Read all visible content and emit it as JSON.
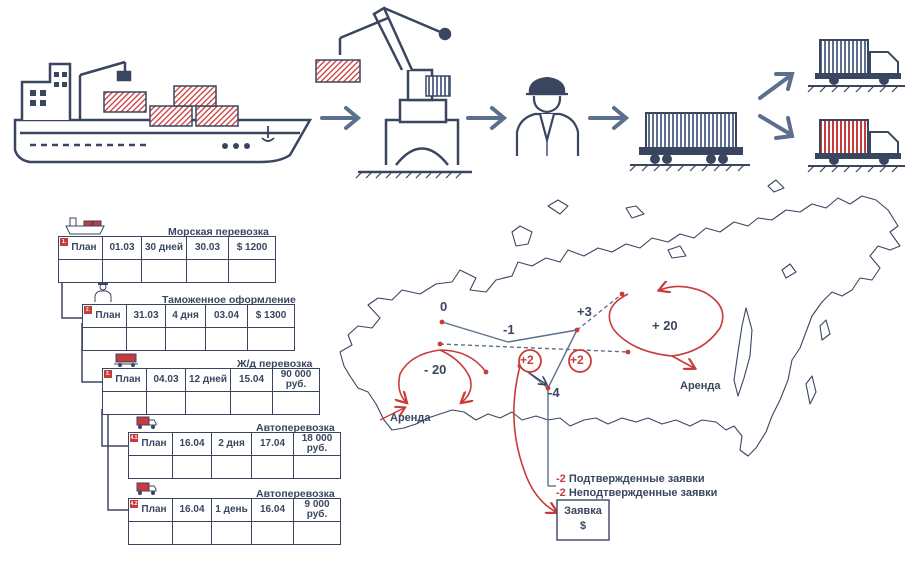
{
  "chain": {
    "tables": [
      {
        "badge": "1.",
        "title": "Морская перевозка",
        "cells": [
          "План",
          "01.03",
          "30 дней",
          "30.03",
          "$ 1200"
        ],
        "icon": "ship-icon"
      },
      {
        "badge": "2.",
        "title": "Таможенное оформление",
        "cells": [
          "План",
          "31.03",
          "4 дня",
          "03.04",
          "$ 1300"
        ],
        "icon": "customs-officer-icon"
      },
      {
        "badge": "3.",
        "title": "Ж/д перевозка",
        "cells": [
          "План",
          "04.03",
          "12 дней",
          "15.04",
          "90 000 руб."
        ],
        "icon": "railcar-icon"
      },
      {
        "badge": "4.1",
        "title": "Автоперевозка",
        "cells": [
          "План",
          "16.04",
          "2 дня",
          "17.04",
          "18 000 руб."
        ],
        "icon": "truck-icon"
      },
      {
        "badge": "4.2",
        "title": "Автоперевозка",
        "cells": [
          "План",
          "16.04",
          "1 день",
          "16.04",
          "9 000 руб."
        ],
        "icon": "truck-icon"
      }
    ]
  },
  "map": {
    "nodes": {
      "n0": "0",
      "n_minus1": "-1",
      "n_plus3": "+3",
      "n_plus20": "+ 20",
      "n_minus20": "- 20",
      "n_minus4": "-4"
    },
    "circles": {
      "c1": "+2",
      "c2": "+2"
    },
    "rent_left": "Аренда",
    "rent_right": "Аренда",
    "legend": [
      {
        "num": "-2",
        "text": "Подтвержденные заявки"
      },
      {
        "num": "-2",
        "text": "Неподтвержденные заявки"
      }
    ],
    "request": {
      "title": "Заявка",
      "currency": "$"
    }
  },
  "colors": {
    "ink": "#3a4660",
    "accent": "#c83b3b",
    "arrow": "#5c6f8c"
  }
}
